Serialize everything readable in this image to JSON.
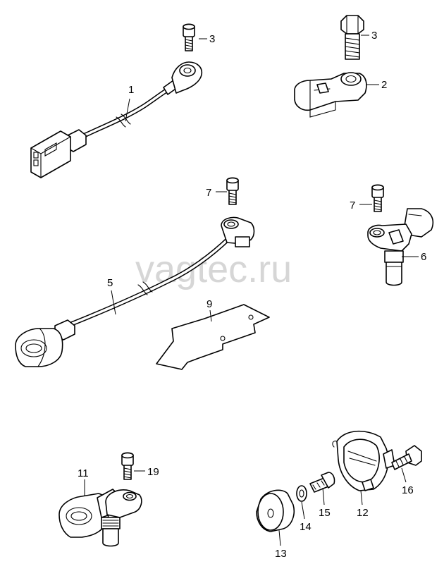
{
  "watermark": "vagtec.ru",
  "callouts": {
    "c1": "1",
    "c2": "2",
    "c3a": "3",
    "c3b": "3",
    "c5": "5",
    "c6": "6",
    "c7a": "7",
    "c7b": "7",
    "c9": "9",
    "c11": "11",
    "c12": "12",
    "c13": "13",
    "c14": "14",
    "c15": "15",
    "c16": "16",
    "c19": "19"
  }
}
